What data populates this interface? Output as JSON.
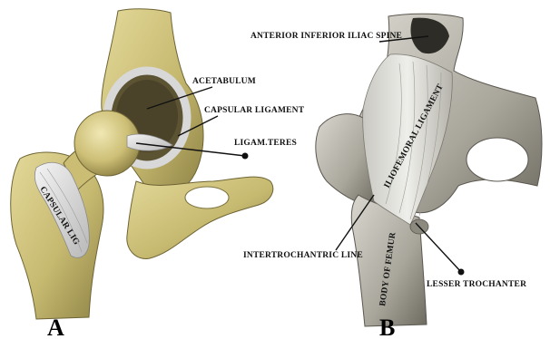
{
  "panel_a": {
    "letter": "A",
    "labels": {
      "acetabulum": "ACETABULUM",
      "capsular_ligament": "CAPSULAR LIGAMENT",
      "ligam_teres": "LIGAM.TERES",
      "capsular_lig": "CAPSULAR LIG"
    }
  },
  "panel_b": {
    "letter": "B",
    "labels": {
      "anterior_inferior_iliac_spine": "ANTERIOR INFERIOR ILIAC SPINE",
      "iliofemoral_ligament": "ILIOFEMORAL LIGAMENT",
      "intertrochantric_line": "INTERTROCHANTRIC LINE",
      "body_of_femur": "BODY OF FEMUR",
      "lesser_trochanter": "LESSER TROCHANTER"
    }
  },
  "colors": {
    "bone": "#c9bd78",
    "bone_dark": "#8e8248",
    "ligament": "#dcdcdc",
    "bone_b": "#b7b5ad",
    "background": "#ffffff"
  }
}
